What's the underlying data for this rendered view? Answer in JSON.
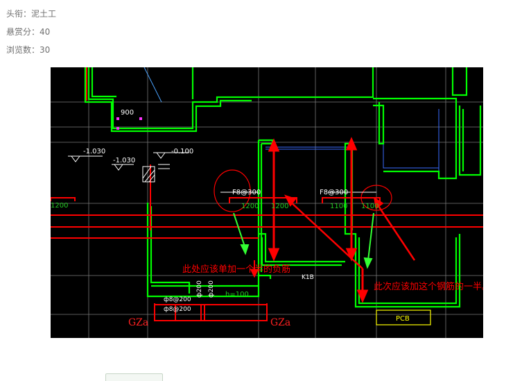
{
  "meta": {
    "title": {
      "label": "头衔：",
      "value": "泥土工"
    },
    "bounty": {
      "label": "悬赏分：",
      "value": "40"
    },
    "views": {
      "label": "浏览数：",
      "value": "30"
    }
  },
  "drawing": {
    "dim_900": "900",
    "level_1": "-1.030",
    "level_2": "-1.030",
    "level_3": "-0.100",
    "left_edge_value": "1200",
    "rebar_left": "F8@300",
    "rebar_left_span1": "1200",
    "rebar_left_span2": "1200",
    "rebar_right": "F8@300",
    "rebar_right_span1": "1100",
    "rebar_right_span2": "1100",
    "beam_label": "K1B",
    "stirrup_1": "ф8@200",
    "stirrup_2": "ф8@200",
    "vertical_1": "ф200",
    "vertical_2": "ф200",
    "height": "h=100",
    "gz_left": "GZa",
    "gz_right": "GZa",
    "pcb": "PCB"
  },
  "annotations": {
    "note_left": "此处应该单加一个半的负筋",
    "note_right": "此次应该加这个钢筋的一半。"
  },
  "colors": {
    "wall": "#00ff00",
    "rebar": "#ff0000",
    "grid": "#808080",
    "label_green": "#22cc22",
    "annotation_red": "#ff0000",
    "level_white": "#ffffff",
    "pcb_yellow": "#ffff00"
  }
}
